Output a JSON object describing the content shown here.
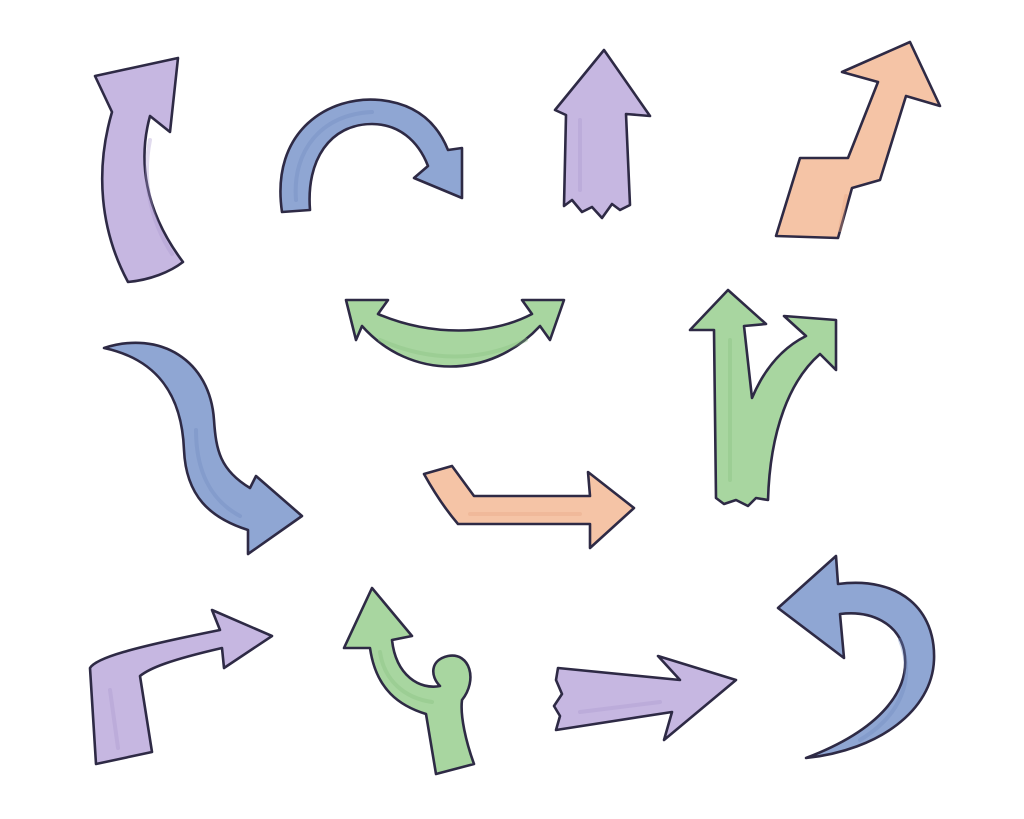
{
  "palette": {
    "outline": "#2e2a45",
    "purple": "#c6b7e1",
    "purple_shade": "#a998cf",
    "blue": "#8fa6d3",
    "blue_shade": "#7189c0",
    "green": "#a8d6a0",
    "green_shade": "#86c07f",
    "peach": "#f5c4a6",
    "peach_shade": "#e8a584",
    "background": "#ffffff"
  },
  "arrows": [
    {
      "id": "curved-up-arrow",
      "icon": "curved-up-arrow-icon",
      "color": "purple"
    },
    {
      "id": "arc-clockwise-arrow",
      "icon": "arc-clockwise-arrow-icon",
      "color": "blue"
    },
    {
      "id": "torn-up-arrow",
      "icon": "torn-up-arrow-icon",
      "color": "purple"
    },
    {
      "id": "zigzag-up-right-arrow",
      "icon": "zigzag-up-right-arrow-icon",
      "color": "peach"
    },
    {
      "id": "s-curve-down-right-arrow",
      "icon": "s-curve-down-right-arrow-icon",
      "color": "blue"
    },
    {
      "id": "double-ended-curved-arrow",
      "icon": "double-ended-curved-arrow-icon",
      "color": "green"
    },
    {
      "id": "split-fork-up-arrow",
      "icon": "split-fork-up-arrow-icon",
      "color": "green"
    },
    {
      "id": "bent-right-arrow",
      "icon": "bent-right-arrow-icon",
      "color": "peach"
    },
    {
      "id": "elbow-up-right-arrow",
      "icon": "elbow-up-right-arrow-icon",
      "color": "purple"
    },
    {
      "id": "loop-up-arrow",
      "icon": "loop-up-arrow-icon",
      "color": "green"
    },
    {
      "id": "torn-right-arrow",
      "icon": "torn-right-arrow-icon",
      "color": "purple"
    },
    {
      "id": "u-turn-back-arrow",
      "icon": "u-turn-back-arrow-icon",
      "color": "blue"
    }
  ]
}
